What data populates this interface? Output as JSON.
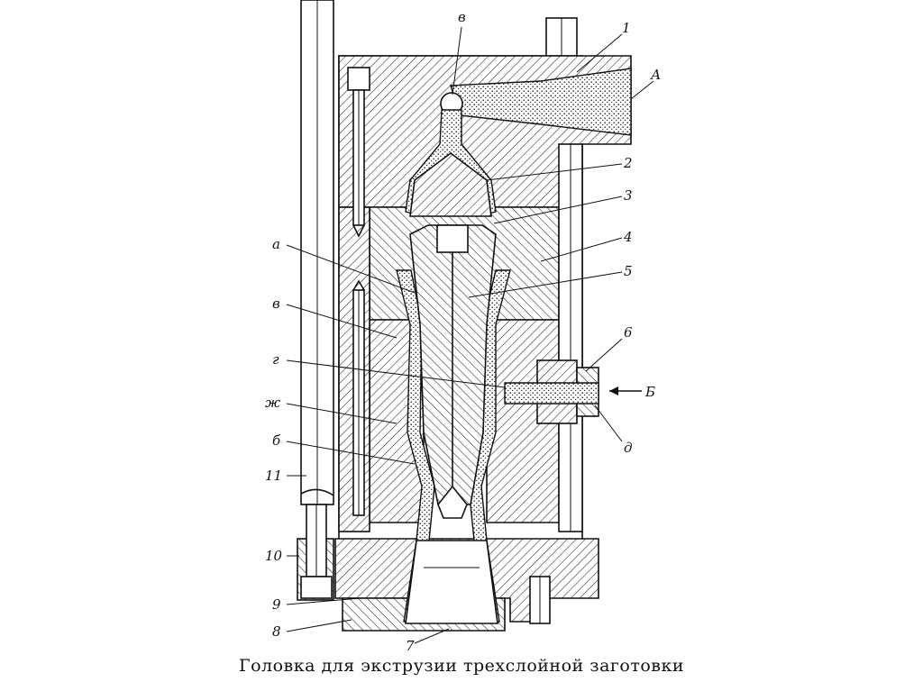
{
  "diagram": {
    "caption": "Головка для экструзии трехслойной заготовки",
    "labels": {
      "n1": "1",
      "n2": "2",
      "n3": "3",
      "n4": "4",
      "n5": "5",
      "n6": "6",
      "n7": "7",
      "n8": "8",
      "n9": "9",
      "n10": "10",
      "n11": "11",
      "A": "А",
      "B": "Б",
      "a": "а",
      "b": "б",
      "v_top": "в",
      "v_left": "в",
      "g": "г",
      "d": "д",
      "zh": "ж"
    }
  }
}
